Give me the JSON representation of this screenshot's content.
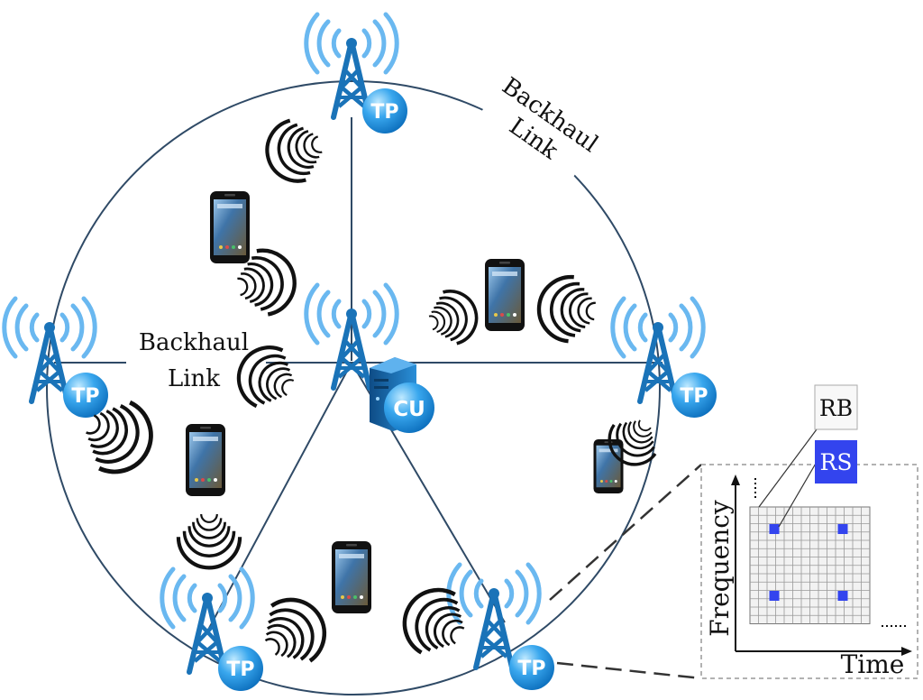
{
  "colors": {
    "tower": "#1a73b8",
    "tower_dark": "#0f5d96",
    "signal": "#6ab8f0",
    "badge_light": "#7fd0ff",
    "badge_dark": "#1286d6",
    "circle": "#2f4a66",
    "rs": "#3344ee",
    "grid": "#999999",
    "phone_body": "#111111",
    "phone_screen": "#4a7fb5"
  },
  "labels": {
    "tp": "TP",
    "cu": "CU",
    "backhaul_top": [
      "Backhaul",
      "Link"
    ],
    "backhaul_left": [
      "Backhaul",
      "Link"
    ],
    "rb": "RB",
    "rs": "RS",
    "frequency": "Frequency",
    "time": "Time"
  },
  "icons": {
    "tower": "antenna-tower-icon",
    "cu": "server-icon",
    "phone": "smartphone-icon",
    "wave": "radio-wave-icon"
  }
}
